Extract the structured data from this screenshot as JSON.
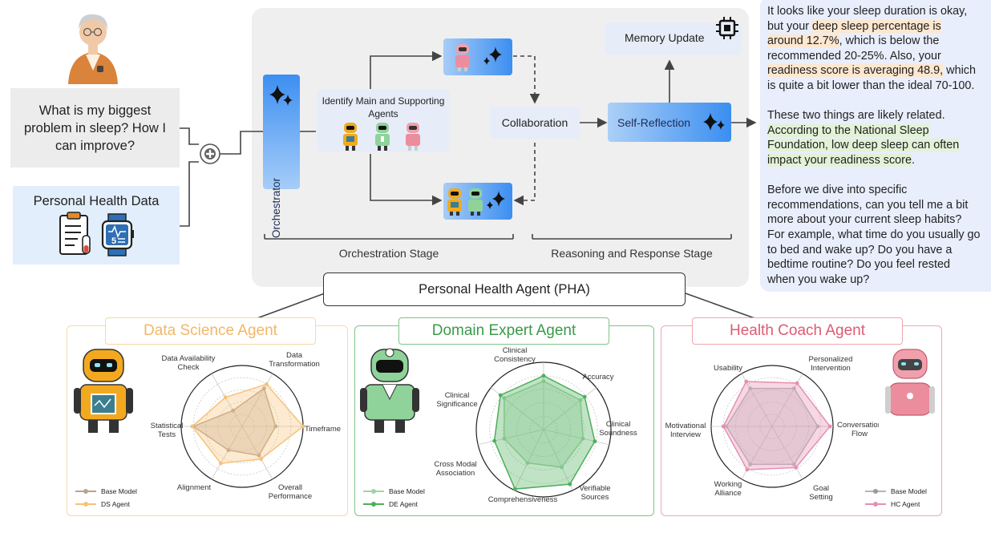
{
  "query": "What is my biggest problem in sleep? How I can improve?",
  "personal_health_data": "Personal Health Data",
  "orchestrator": "Orchestrator",
  "identify_agents": "Identify Main and Supporting Agents",
  "collaboration": "Collaboration",
  "self_reflection": "Self-Reflection",
  "memory_update": "Memory Update",
  "stages": {
    "orchestration": "Orchestration Stage",
    "reasoning": "Reasoning and Response Stage"
  },
  "pha_title": "Personal Health Agent (PHA)",
  "response": {
    "p1_a": "It looks like your sleep duration is okay,",
    "p1_b": "but your ",
    "p1_h1": "deep sleep percentage is",
    "p1_h1b": "around 12.7%",
    "p1_c": ", which is below the",
    "p1_d": "recommended 20-25%. Also, your",
    "p1_h2": "readiness score is averaging 48.9,",
    "p1_e": " which",
    "p1_f": "is quite a bit lower than the ideal 70-100.",
    "p2_a": "These two things are likely related.",
    "p2_h1": "According to the National Sleep",
    "p2_h2": "Foundation, low deep sleep can often",
    "p2_h3": "impact your readiness score",
    "p2_end": ".",
    "p3_a": "Before we dive into specific",
    "p3_b": "recommendations, can you tell me a bit",
    "p3_c": "more about your current sleep habits?",
    "p3_d": "For example, what time do you usually go",
    "p3_e": "to bed and wake up? Do you have a",
    "p3_f": "bedtime routine? Do you feel rested",
    "p3_g": "when you wake up?"
  },
  "agents": {
    "ds": {
      "title": "Data Science Agent",
      "axes": [
        "Data Transformation",
        "Timeframe",
        "Overall Performance",
        "Alignment",
        "Statistical Tests",
        "Data Availability Check"
      ],
      "legend": [
        "Base Model",
        "DS Agent"
      ],
      "colors": {
        "base": "#b9a48f",
        "agent": "#f6c27a"
      },
      "base_values": [
        0.72,
        0.55,
        0.55,
        0.45,
        0.8,
        0.3
      ],
      "agent_values": [
        0.8,
        1.0,
        0.62,
        0.7,
        0.82,
        0.55
      ]
    },
    "de": {
      "title": "Domain Expert Agent",
      "axes": [
        "Clinical Consistency",
        "Accuracy",
        "Clinical Soundness",
        "Verifiable Sources",
        "Comprehensiveness",
        "Cross Modal Association",
        "Clinical Significance"
      ],
      "legend": [
        "Base Model",
        "DE Agent"
      ],
      "colors": {
        "base": "#9fd3a7",
        "agent": "#4caf5a"
      },
      "base_values": [
        0.72,
        0.7,
        0.6,
        0.62,
        0.55,
        0.6,
        0.75
      ],
      "agent_values": [
        0.8,
        0.78,
        0.78,
        0.9,
        0.98,
        0.75,
        0.82
      ]
    },
    "hc": {
      "title": "Health Coach Agent",
      "axes": [
        "Personalized Intervention",
        "Conversation Flow",
        "Goal Setting",
        "Working Alliance",
        "Motivational Interview",
        "Usability"
      ],
      "legend": [
        "Base Model",
        "HC Agent"
      ],
      "colors": {
        "base": "#b5b5b5",
        "agent": "#e58fb2"
      },
      "base_values": [
        0.72,
        0.75,
        0.72,
        0.72,
        0.75,
        0.72
      ],
      "agent_values": [
        0.82,
        0.95,
        0.78,
        0.82,
        0.8,
        0.85
      ]
    }
  }
}
